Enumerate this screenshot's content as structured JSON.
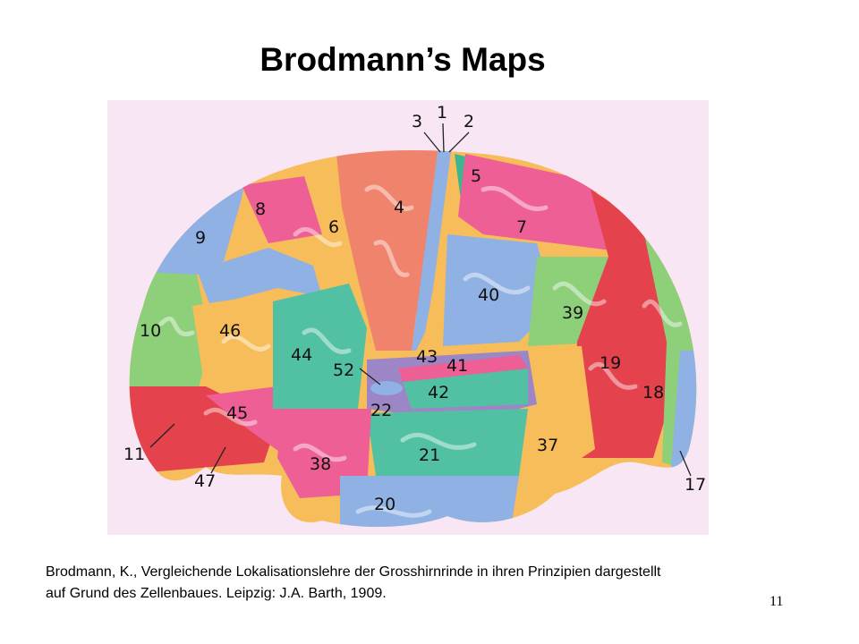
{
  "slide": {
    "title": "Brodmann’s Maps",
    "citation_line1": "Brodmann, K., Vergleichende Lokalisationslehre der Grosshirnrinde in ihren Prinzipien dargestellt",
    "citation_line2": "auf Grund des Zellenbaues. Leipzig: J.A. Barth, 1909.",
    "page_number": "11"
  },
  "figure": {
    "area_labels": [
      "1",
      "2",
      "3",
      "4",
      "5",
      "6",
      "7",
      "8",
      "9",
      "10",
      "11",
      "17",
      "18",
      "19",
      "20",
      "21",
      "22",
      "37",
      "38",
      "39",
      "40",
      "41",
      "42",
      "43",
      "44",
      "45",
      "46",
      "47",
      "52"
    ],
    "colors": {
      "background": "#f8e6f4",
      "blue": "#8fb1e3",
      "green": "#8ed07a",
      "orange": "#f7bd5a",
      "red": "#e4424d",
      "pink": "#ee5f95",
      "teal": "#52c0a3",
      "purple": "#9c86c6",
      "salmon": "#f0836c"
    }
  }
}
